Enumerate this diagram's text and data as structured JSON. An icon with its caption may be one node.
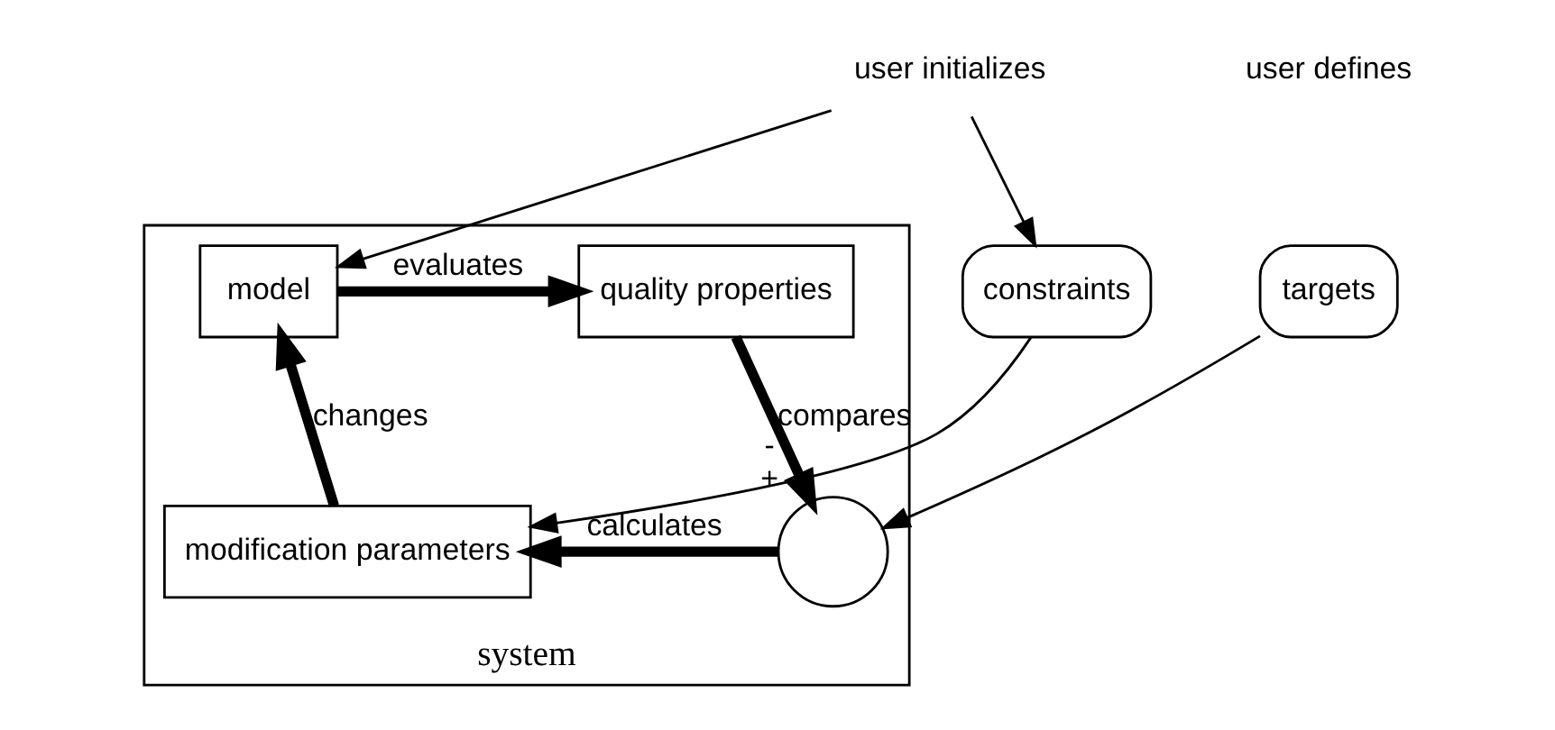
{
  "diagram": {
    "nodes": [
      {
        "text": [
          "system"
        ]
      },
      {
        "text": [
          "model"
        ],
        "in": 0
      },
      {
        "text": [
          "quality properties"
        ],
        "in": 0
      },
      {
        "text": [],
        "shape": "circle",
        "in": 0,
        "beside": [
          "-",
          "+"
        ]
      },
      {
        "text": [
          "modification parameters"
        ],
        "in": 0
      },
      {
        "text": [
          "user initializes"
        ]
      },
      {
        "text": [
          "constraints"
        ]
      },
      {
        "text": [
          "targets"
        ]
      }
    ],
    "edges": [
      {
        "from": 5,
        "to": 1,
        "arrow": "to"
      },
      {
        "from": 5,
        "to": 6,
        "arrow": "to"
      },
      {
        "from": 1,
        "to": 2,
        "arrow": "to",
        "label": "evaluates",
        "style": "thick"
      },
      {
        "from": 2,
        "to": 3,
        "arrow": "to",
        "label": "compares",
        "style": "thick"
      },
      {
        "from": 3,
        "to": 4,
        "arrow": "to",
        "label": "calculates",
        "style": "thick"
      },
      {
        "from": 4,
        "to": 1,
        "arrow": "to",
        "label": "changes",
        "style": "thick"
      },
      {
        "from": 6,
        "to": 4,
        "arrow": "to"
      },
      {
        "from": 7,
        "to": 3,
        "arrow": "to"
      }
    ],
    "labels": [
      "user defines"
    ]
  }
}
